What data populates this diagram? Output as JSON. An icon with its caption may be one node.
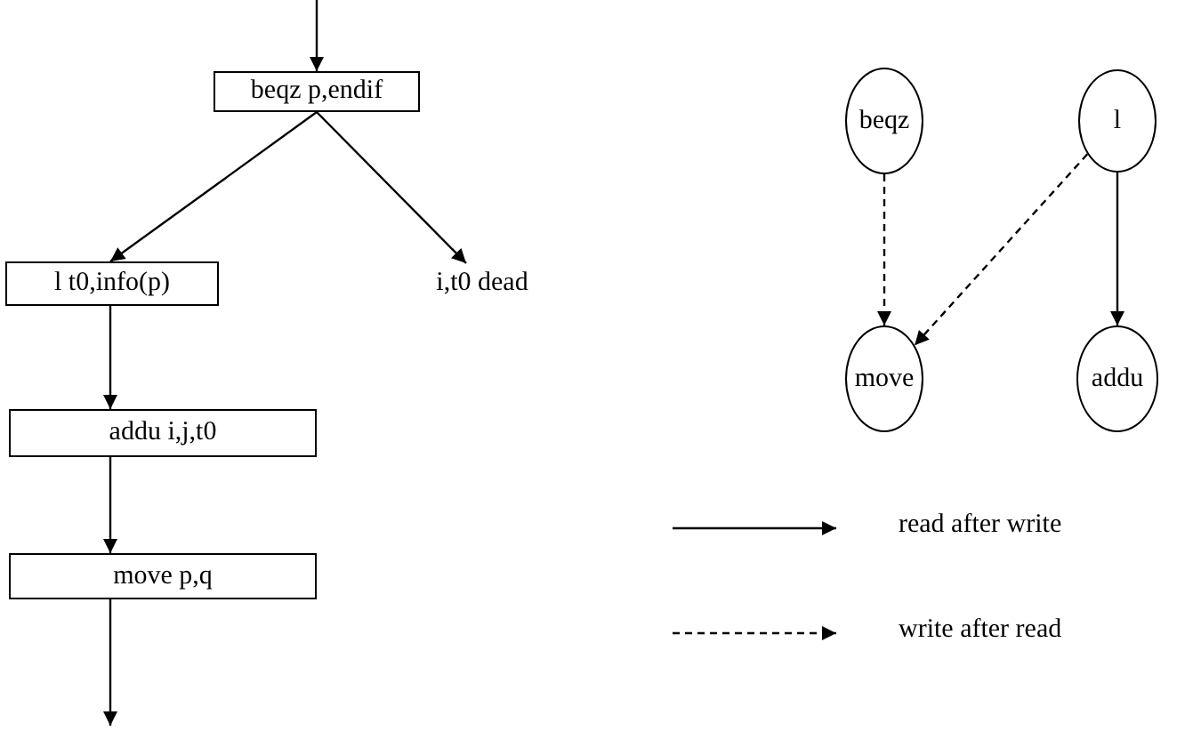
{
  "diagram": {
    "nodes": [
      {
        "text": [
          "beqz p,endif"
        ]
      },
      {
        "text": [
          "l t0,info(p)"
        ]
      },
      {
        "text": [
          "i,t0 dead"
        ]
      },
      {
        "text": [
          "addu i,j,t0"
        ]
      },
      {
        "text": [
          "move p,q"
        ]
      },
      {
        "text": [
          "beqz"
        ]
      },
      {
        "text": [
          "l"
        ]
      },
      {
        "text": [
          "move"
        ]
      },
      {
        "text": [
          "addu"
        ]
      }
    ],
    "edges": [
      {
        "from": null,
        "to": 0,
        "arrow": "to"
      },
      {
        "from": 0,
        "to": 1,
        "arrow": "to"
      },
      {
        "from": 0,
        "to": 2,
        "arrow": "to"
      },
      {
        "from": 1,
        "to": 3,
        "arrow": "to"
      },
      {
        "from": 3,
        "to": 4,
        "arrow": "to"
      },
      {
        "from": 4,
        "to": null,
        "arrow": "to"
      },
      {
        "from": 5,
        "to": 7,
        "arrow": "to",
        "style": "dashed"
      },
      {
        "from": 6,
        "to": 7,
        "arrow": "to",
        "style": "dashed"
      },
      {
        "from": 6,
        "to": 8,
        "arrow": "to"
      }
    ],
    "legend": [
      {
        "text": "read after write"
      },
      {
        "text": "write after read"
      }
    ]
  }
}
